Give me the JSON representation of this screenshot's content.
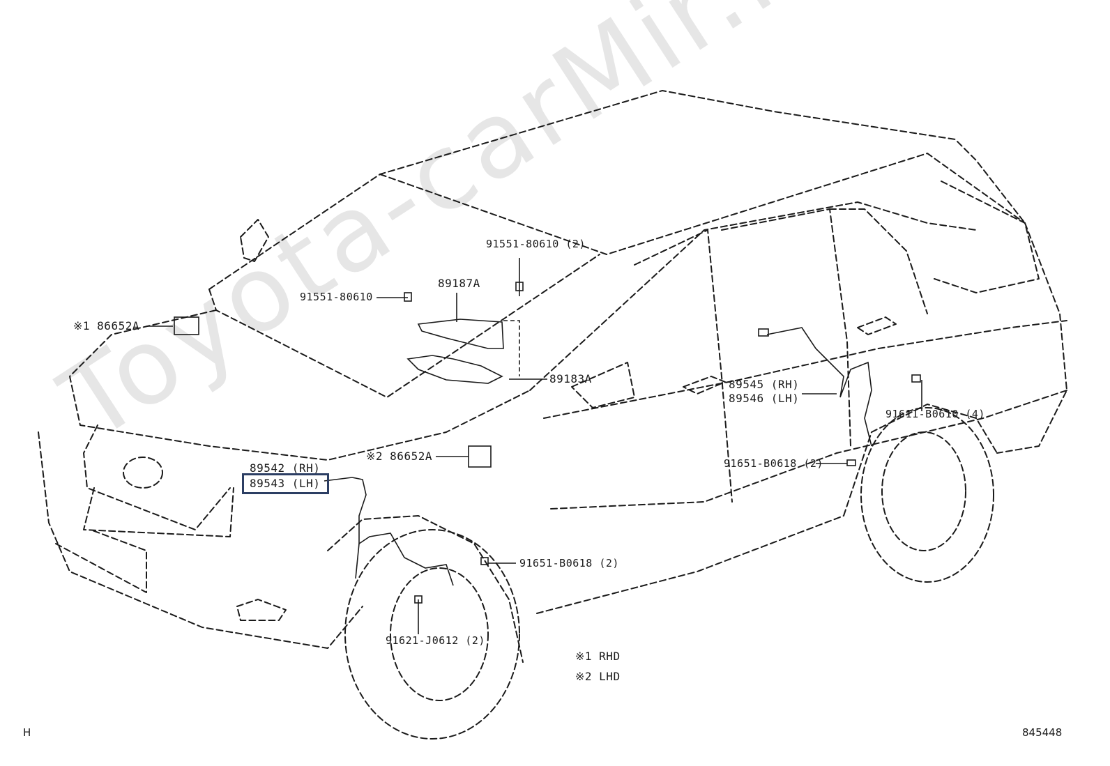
{
  "watermark": "Toyota-carMir.ru",
  "labels": {
    "p_91551_80610_2": "91551-80610 (2)",
    "p_91551_80610": "91551-80610",
    "p_89187A": "89187A",
    "p_186652A": "※1 86652A",
    "p_89183A": "89183A",
    "p_89545": "89545 (RH)",
    "p_89546": "89546 (LH)",
    "p_91611": "91611-B0610 (4)",
    "p_286652A": "※2 86652A",
    "p_91651_rear": "91651-B0618 (2)",
    "p_89542": "89542 (RH)",
    "p_89543": "89543 (LH)",
    "p_91651_front": "91651-B0618 (2)",
    "p_91621": "91621-J0612 (2)"
  },
  "legend": {
    "l1": "※1 RHD",
    "l2": "※2 LHD"
  },
  "corner_left": "H",
  "corner_right": "845448"
}
